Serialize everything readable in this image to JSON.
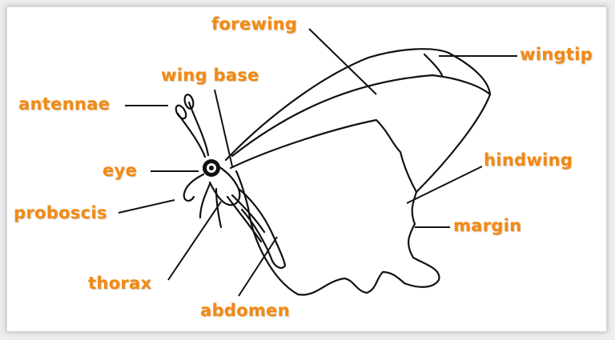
{
  "labels": {
    "forewing": "forewing",
    "wingtip": "wingtip",
    "wing_base": "wing base",
    "antennae": "antennae",
    "eye": "eye",
    "proboscis": "proboscis",
    "hindwing": "hindwing",
    "margin": "margin",
    "thorax": "thorax",
    "abdomen": "abdomen"
  },
  "colors": {
    "label": "#f28a13",
    "line": "#111111",
    "background": "#ffffff"
  }
}
